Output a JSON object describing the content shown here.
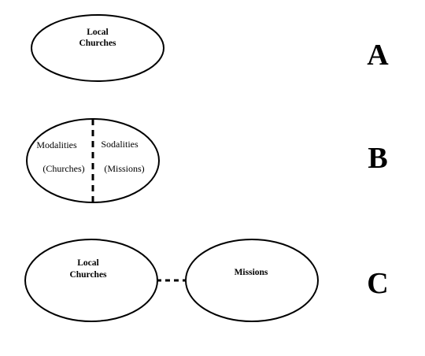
{
  "colors": {
    "background": "#ffffff",
    "stroke": "#000000",
    "text": "#000000"
  },
  "panels": {
    "a": {
      "letter": "A",
      "node": {
        "line1": "Local",
        "line2": "Churches"
      }
    },
    "b": {
      "letter": "B",
      "left": {
        "title": "Modalities",
        "subtitle": "(Churches)"
      },
      "right": {
        "title": "Sodalities",
        "subtitle": "(Missions)"
      }
    },
    "c": {
      "letter": "C",
      "left_node": {
        "line1": "Local",
        "line2": "Churches"
      },
      "right_node": {
        "label": "Missions"
      }
    }
  }
}
